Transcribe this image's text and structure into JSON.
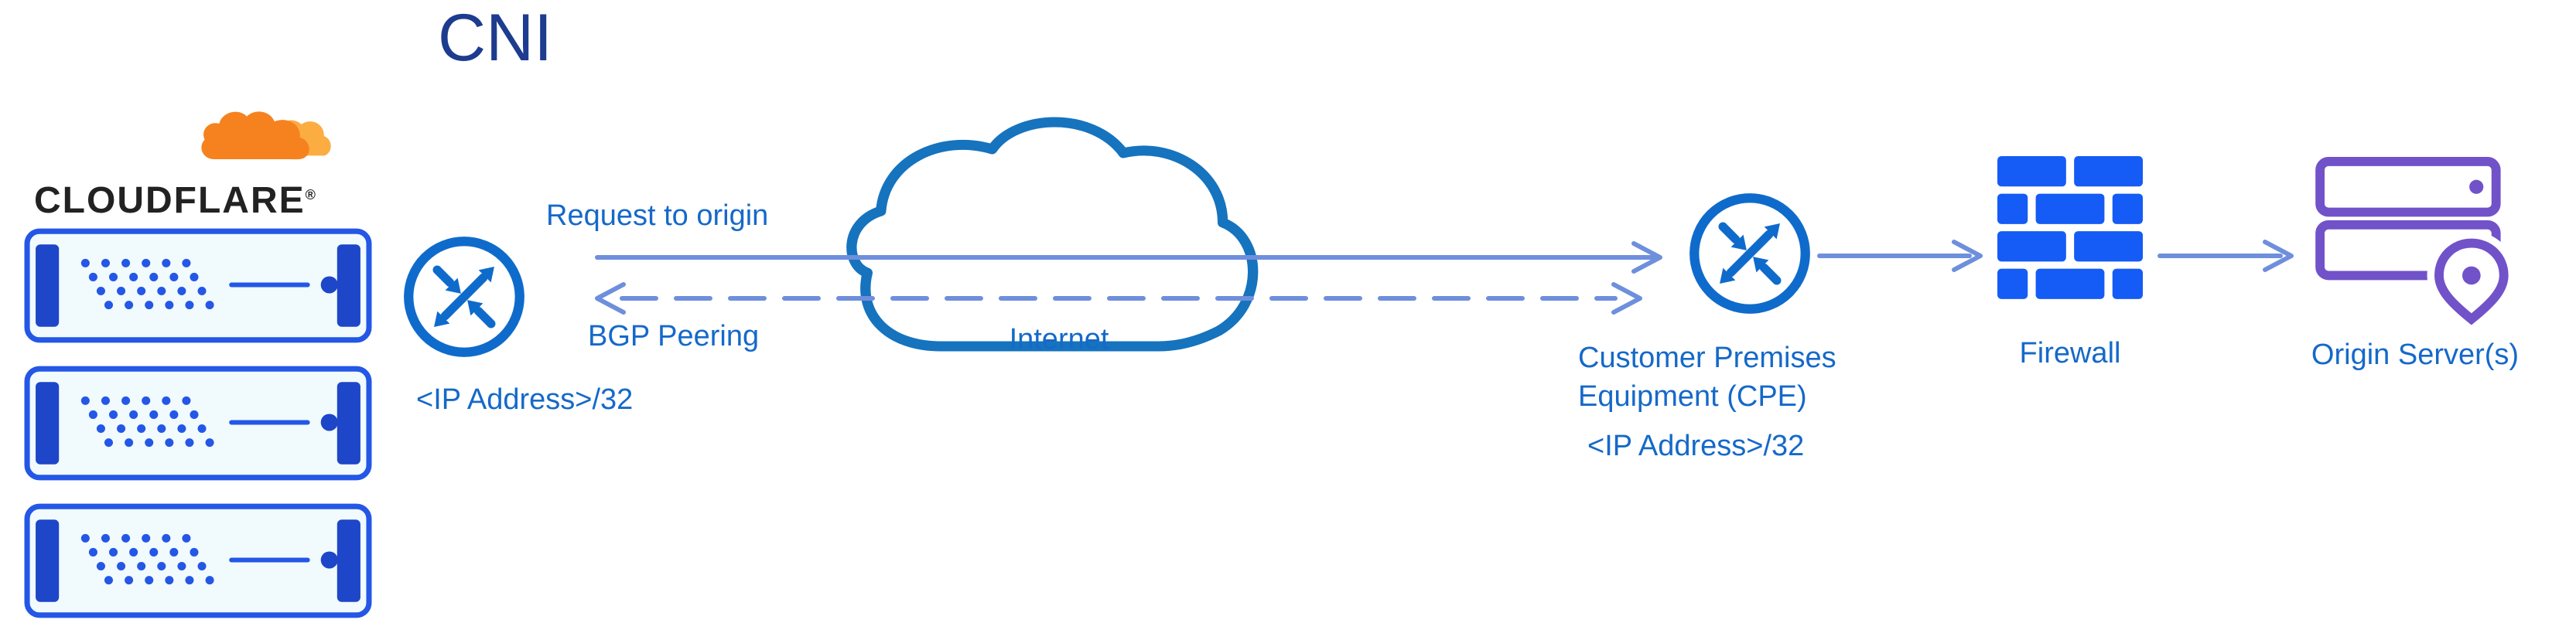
{
  "diagram": {
    "title": "CNI",
    "brand": {
      "wordmark": "CLOUDFLARE",
      "registered_mark": "®"
    },
    "nodes": {
      "cloudflare_edge": {
        "ip_label": "<IP Address>/32"
      },
      "internet": {
        "label": "Internet"
      },
      "cpe": {
        "label_line1": "Customer Premises",
        "label_line2": "Equipment (CPE)",
        "ip_label": "<IP Address>/32"
      },
      "firewall": {
        "label": "Firewall"
      },
      "origin": {
        "label": "Origin Server(s)"
      }
    },
    "connections": {
      "request_to_origin": "Request to origin",
      "bgp_peering": "BGP Peering"
    },
    "colors": {
      "label_blue": "#1569C9",
      "title_blue": "#1D3C8F",
      "connector_blue": "#6E8FDC",
      "router_blue": "#0F6BCB",
      "cloud_outline": "#1673BE",
      "firewall_blue": "#155BF5",
      "server_blue": "#2457E6",
      "server_dark_blue": "#1D46C8",
      "server_fill": "#F1FAFD",
      "origin_purple": "#7152C9",
      "cloudflare_orange": "#F6821F",
      "cloudflare_light_orange": "#FBAD41",
      "wordmark_color": "#222222"
    },
    "icons": [
      "cloudflare-logo-icon",
      "server-icon",
      "router-icon",
      "cloud-icon",
      "firewall-icon",
      "origin-server-icon"
    ]
  }
}
